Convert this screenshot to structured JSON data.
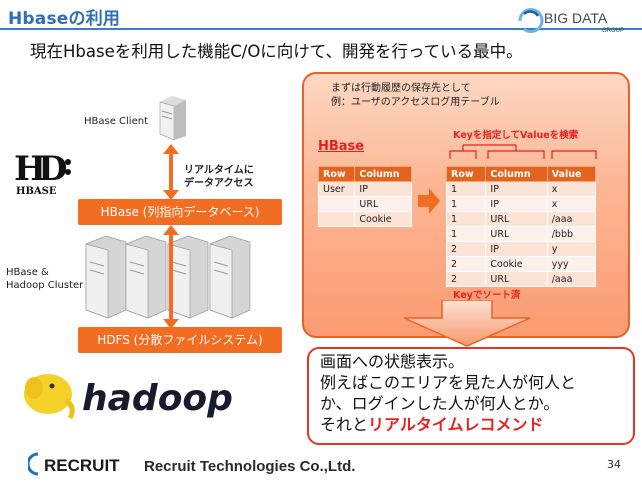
{
  "slide": {
    "title": "Hbaseの利用",
    "subtitle": "現在Hbaseを利用した機能C/Oに向けて、開発を行っている最中。",
    "page_number": "34"
  },
  "logos": {
    "bigdata_main": "BIG DATA",
    "bigdata_sub": "GROUP",
    "hbase_logo": "HBASE",
    "hadoop": "hadoop",
    "recruit_mark": "RECRUIT",
    "company": "Recruit Technologies Co.,Ltd."
  },
  "architecture": {
    "client_label": "HBase Client",
    "realtime_line1": "リアルタイムに",
    "realtime_line2": "データアクセス",
    "hbase_box": "HBase (列指向データベース)",
    "cluster_line1": "HBase &",
    "cluster_line2": "Hadoop Cluster",
    "hdfs_box": "HDFS (分散ファイルシステム)"
  },
  "panel": {
    "note_line1": "まずは行動履歴の保存先として",
    "note_line2": "例：ユーザのアクセスログ用テーブル",
    "hbase_title": "HBase",
    "key_label": "Keyを指定してValueを検索",
    "sort_label": "Keyでソート済",
    "table1": {
      "headers": [
        "Row",
        "Column"
      ],
      "rows": [
        [
          "User",
          "IP"
        ],
        [
          "",
          "URL"
        ],
        [
          "",
          "Cookie"
        ]
      ]
    },
    "table2": {
      "headers": [
        "Row",
        "Column",
        "Value"
      ],
      "rows": [
        [
          "1",
          "IP",
          "x"
        ],
        [
          "1",
          "IP",
          "x"
        ],
        [
          "1",
          "URL",
          "/aaa"
        ],
        [
          "1",
          "URL",
          "/bbb"
        ],
        [
          "2",
          "IP",
          "y"
        ],
        [
          "2",
          "Cookie",
          "yyy"
        ],
        [
          "2",
          "URL",
          "/aaa"
        ]
      ]
    }
  },
  "callout": {
    "line1": "画面への状態表示。",
    "line2": "例えばこのエリアを見た人が何人と",
    "line3": "か、ログインした人が何人とか。",
    "line4_prefix": "それと",
    "line4_highlight": "リアルタイムレコメンド"
  },
  "colors": {
    "title_blue": "#2e6fb7",
    "accent_orange": "#f26c21",
    "alert_red": "#e8201f"
  }
}
